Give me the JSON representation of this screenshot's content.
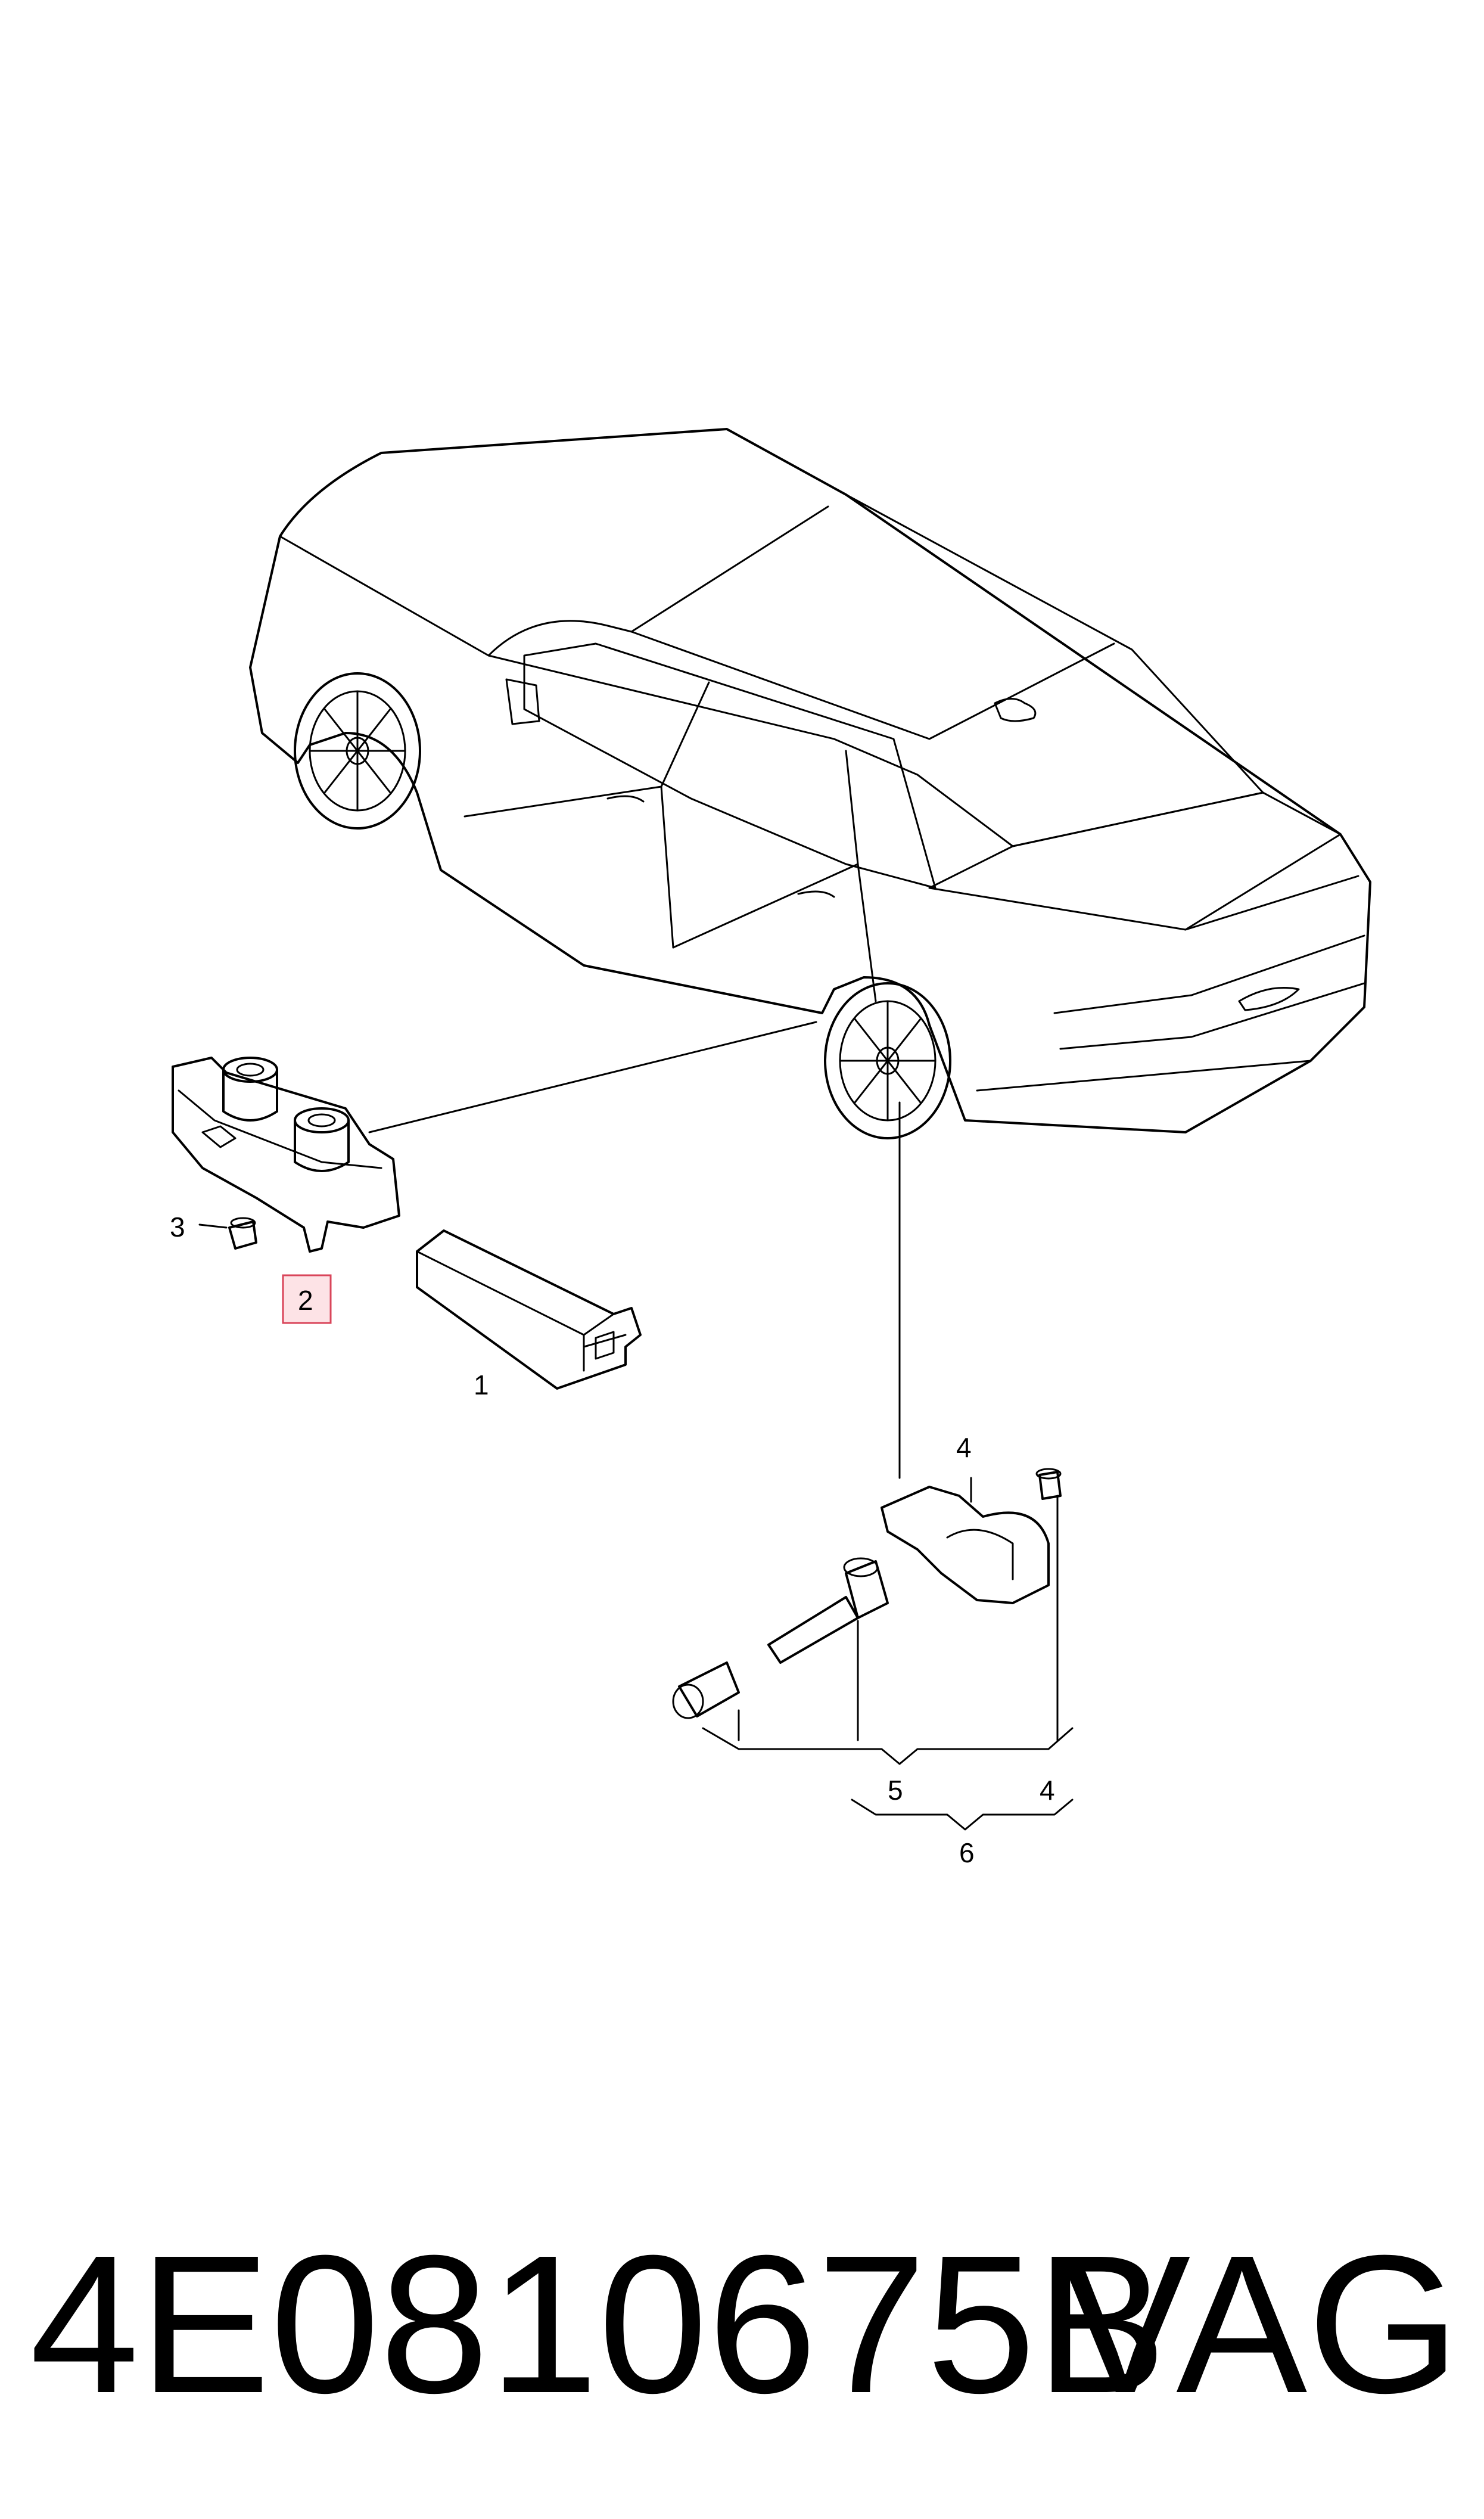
{
  "callouts": {
    "c1": "1",
    "c2": "2",
    "c3": "3",
    "c4a": "4",
    "c4b": "4",
    "c5": "5",
    "c6": "6"
  },
  "highlight_color": "#d9455a",
  "part_number": "4E0810675B",
  "brand": "VAG"
}
